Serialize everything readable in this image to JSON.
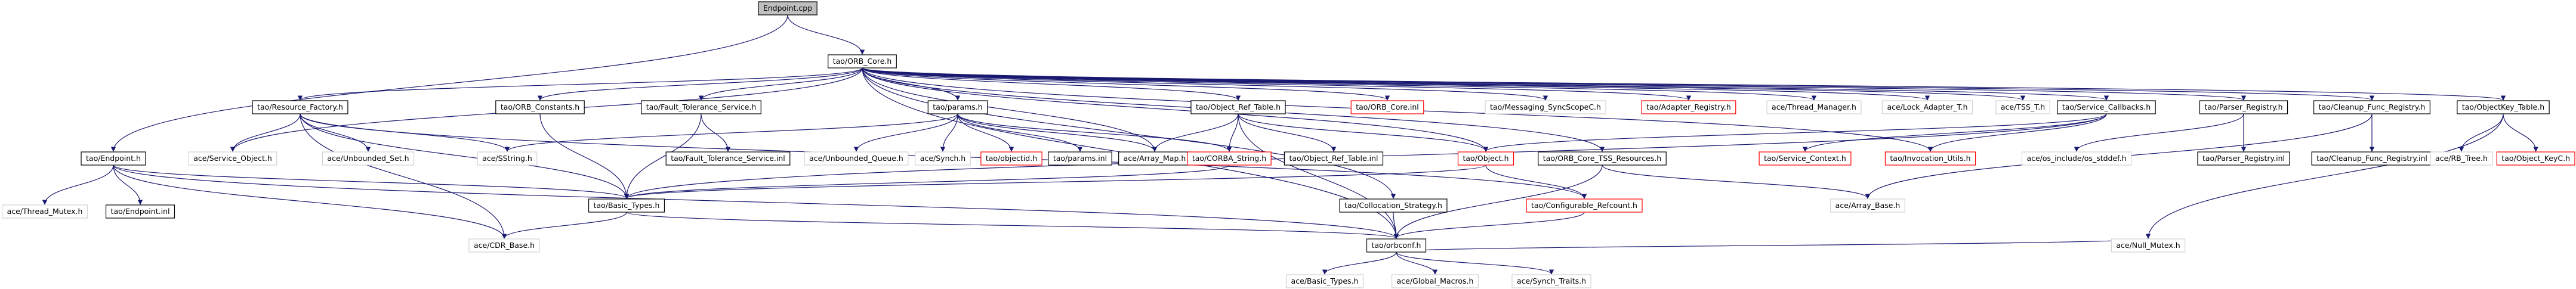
{
  "colors": {
    "edge": "#191970",
    "box_border_normal": "#000000",
    "box_border_missing": "#d3d3d3",
    "box_border_undocumented": "#ff0000",
    "root_fill": "#bfbfbf",
    "box_fill": "#ffffff",
    "text": "#000000"
  },
  "nodes": [
    {
      "id": "endpoint_cpp",
      "label": "Endpoint.cpp",
      "style": "root"
    },
    {
      "id": "orb_core_h",
      "label": "tao/ORB_Core.h",
      "style": "normal"
    },
    {
      "id": "resource_factory_h",
      "label": "tao/Resource_Factory.h",
      "style": "normal"
    },
    {
      "id": "orb_constants_h",
      "label": "tao/ORB_Constants.h",
      "style": "normal"
    },
    {
      "id": "fault_tolerance_h",
      "label": "tao/Fault_Tolerance_Service.h",
      "style": "normal"
    },
    {
      "id": "params_h",
      "label": "tao/params.h",
      "style": "normal"
    },
    {
      "id": "object_ref_table_h",
      "label": "tao/Object_Ref_Table.h",
      "style": "normal"
    },
    {
      "id": "orb_core_i",
      "label": "tao/ORB_Core.inl",
      "style": "undocumented"
    },
    {
      "id": "messaging_h",
      "label": "tao/Messaging_SyncScopeC.h",
      "style": "missing"
    },
    {
      "id": "adapter_registry_h",
      "label": "tao/Adapter_Registry.h",
      "style": "undocumented"
    },
    {
      "id": "thread_manager_h",
      "label": "ace/Thread_Manager.h",
      "style": "missing"
    },
    {
      "id": "lock_adapter_h",
      "label": "ace/Lock_Adapter_T.h",
      "style": "missing"
    },
    {
      "id": "tss_t_h",
      "label": "ace/TSS_T.h",
      "style": "missing"
    },
    {
      "id": "service_callbacks_h",
      "label": "tao/Service_Callbacks.h",
      "style": "normal"
    },
    {
      "id": "parser_registry_h",
      "label": "tao/Parser_Registry.h",
      "style": "normal"
    },
    {
      "id": "cleanup_registry_h",
      "label": "tao/Cleanup_Func_Registry.h",
      "style": "normal"
    },
    {
      "id": "objectkey_table_h",
      "label": "tao/ObjectKey_Table.h",
      "style": "normal"
    },
    {
      "id": "tao_endpoint_h",
      "label": "tao/Endpoint.h",
      "style": "normal"
    },
    {
      "id": "service_object_h",
      "label": "ace/Service_Object.h",
      "style": "missing"
    },
    {
      "id": "unbounded_set_h",
      "label": "ace/Unbounded_Set.h",
      "style": "missing"
    },
    {
      "id": "sstring_h",
      "label": "ace/SString.h",
      "style": "missing"
    },
    {
      "id": "fault_tolerance_i",
      "label": "tao/Fault_Tolerance_Service.inl",
      "style": "normal"
    },
    {
      "id": "unbounded_queue_h",
      "label": "ace/Unbounded_Queue.h",
      "style": "missing"
    },
    {
      "id": "synch_h",
      "label": "ace/Synch.h",
      "style": "missing"
    },
    {
      "id": "objectid_h",
      "label": "tao/objectid.h",
      "style": "undocumented"
    },
    {
      "id": "params_i",
      "label": "tao/params.inl",
      "style": "normal"
    },
    {
      "id": "array_map_h",
      "label": "ace/Array_Map.h",
      "style": "normal"
    },
    {
      "id": "corba_string_h",
      "label": "tao/CORBA_String.h",
      "style": "undocumented"
    },
    {
      "id": "object_ref_table_i",
      "label": "tao/Object_Ref_Table.inl",
      "style": "normal"
    },
    {
      "id": "object_h",
      "label": "tao/Object.h",
      "style": "undocumented"
    },
    {
      "id": "orb_core_tss_h",
      "label": "tao/ORB_Core_TSS_Resources.h",
      "style": "normal"
    },
    {
      "id": "service_context_h",
      "label": "tao/Service_Context.h",
      "style": "undocumented"
    },
    {
      "id": "invocation_utils_h",
      "label": "tao/Invocation_Utils.h",
      "style": "undocumented"
    },
    {
      "id": "os_stddef_h",
      "label": "ace/os_include/os_stddef.h",
      "style": "missing"
    },
    {
      "id": "parser_registry_i",
      "label": "tao/Parser_Registry.inl",
      "style": "normal"
    },
    {
      "id": "cleanup_registry_i",
      "label": "tao/Cleanup_Func_Registry.inl",
      "style": "normal"
    },
    {
      "id": "rb_tree_h",
      "label": "ace/RB_Tree.h",
      "style": "missing"
    },
    {
      "id": "object_keyc_h",
      "label": "tao/Object_KeyC.h",
      "style": "undocumented"
    },
    {
      "id": "thread_mutex_h",
      "label": "ace/Thread_Mutex.h",
      "style": "missing"
    },
    {
      "id": "endpoint_i",
      "label": "tao/Endpoint.inl",
      "style": "normal"
    },
    {
      "id": "basic_types_tao_h",
      "label": "tao/Basic_Types.h",
      "style": "normal"
    },
    {
      "id": "collocation_strategy_h",
      "label": "tao/Collocation_Strategy.h",
      "style": "normal"
    },
    {
      "id": "configurable_refcount_h",
      "label": "tao/Configurable_Refcount.h",
      "style": "undocumented"
    },
    {
      "id": "array_base_h",
      "label": "ace/Array_Base.h",
      "style": "missing"
    },
    {
      "id": "cdr_base_h",
      "label": "ace/CDR_Base.h",
      "style": "missing"
    },
    {
      "id": "orbconf_h",
      "label": "tao/orbconf.h",
      "style": "normal"
    },
    {
      "id": "null_mutex_h",
      "label": "ace/Null_Mutex.h",
      "style": "missing"
    },
    {
      "id": "basic_types_ace_h",
      "label": "ace/Basic_Types.h",
      "style": "missing"
    },
    {
      "id": "global_macros_h",
      "label": "ace/Global_Macros.h",
      "style": "missing"
    },
    {
      "id": "synch_traits_h",
      "label": "ace/Synch_Traits.h",
      "style": "missing"
    }
  ],
  "edges": [
    [
      "endpoint_cpp",
      "orb_core_h"
    ],
    [
      "endpoint_cpp",
      "tao_endpoint_h"
    ],
    [
      "orb_core_h",
      "resource_factory_h"
    ],
    [
      "orb_core_h",
      "orb_constants_h"
    ],
    [
      "orb_core_h",
      "fault_tolerance_h"
    ],
    [
      "orb_core_h",
      "params_h"
    ],
    [
      "orb_core_h",
      "object_ref_table_h"
    ],
    [
      "orb_core_h",
      "orb_core_i"
    ],
    [
      "orb_core_h",
      "messaging_h"
    ],
    [
      "orb_core_h",
      "adapter_registry_h"
    ],
    [
      "orb_core_h",
      "thread_manager_h"
    ],
    [
      "orb_core_h",
      "lock_adapter_h"
    ],
    [
      "orb_core_h",
      "tss_t_h"
    ],
    [
      "orb_core_h",
      "service_callbacks_h"
    ],
    [
      "orb_core_h",
      "parser_registry_h"
    ],
    [
      "orb_core_h",
      "cleanup_registry_h"
    ],
    [
      "orb_core_h",
      "objectkey_table_h"
    ],
    [
      "orb_core_h",
      "service_object_h"
    ],
    [
      "orb_core_h",
      "array_map_h"
    ],
    [
      "orb_core_h",
      "object_h"
    ],
    [
      "orb_core_h",
      "orb_core_tss_h"
    ],
    [
      "orb_core_h",
      "invocation_utils_h"
    ],
    [
      "orb_core_h",
      "collocation_strategy_h"
    ],
    [
      "orb_core_h",
      "orbconf_h"
    ],
    [
      "resource_factory_h",
      "service_object_h"
    ],
    [
      "resource_factory_h",
      "unbounded_set_h"
    ],
    [
      "resource_factory_h",
      "sstring_h"
    ],
    [
      "resource_factory_h",
      "basic_types_tao_h"
    ],
    [
      "resource_factory_h",
      "configurable_refcount_h"
    ],
    [
      "resource_factory_h",
      "cdr_base_h"
    ],
    [
      "orb_constants_h",
      "basic_types_tao_h"
    ],
    [
      "fault_tolerance_h",
      "fault_tolerance_i"
    ],
    [
      "fault_tolerance_h",
      "basic_types_tao_h"
    ],
    [
      "params_h",
      "sstring_h"
    ],
    [
      "params_h",
      "unbounded_queue_h"
    ],
    [
      "params_h",
      "synch_h"
    ],
    [
      "params_h",
      "objectid_h"
    ],
    [
      "params_h",
      "params_i"
    ],
    [
      "params_h",
      "array_map_h"
    ],
    [
      "params_h",
      "corba_string_h"
    ],
    [
      "object_ref_table_h",
      "array_map_h"
    ],
    [
      "object_ref_table_h",
      "corba_string_h"
    ],
    [
      "object_ref_table_h",
      "object_ref_table_i"
    ],
    [
      "object_ref_table_h",
      "object_h"
    ],
    [
      "object_ref_table_h",
      "orbconf_h"
    ],
    [
      "service_callbacks_h",
      "object_h"
    ],
    [
      "service_callbacks_h",
      "service_context_h"
    ],
    [
      "service_callbacks_h",
      "invocation_utils_h"
    ],
    [
      "service_callbacks_h",
      "basic_types_tao_h"
    ],
    [
      "parser_registry_h",
      "os_stddef_h"
    ],
    [
      "parser_registry_h",
      "parser_registry_i"
    ],
    [
      "cleanup_registry_h",
      "cleanup_registry_i"
    ],
    [
      "cleanup_registry_h",
      "array_base_h"
    ],
    [
      "objectkey_table_h",
      "rb_tree_h"
    ],
    [
      "objectkey_table_h",
      "object_keyc_h"
    ],
    [
      "objectkey_table_h",
      "null_mutex_h"
    ],
    [
      "tao_endpoint_h",
      "thread_mutex_h"
    ],
    [
      "tao_endpoint_h",
      "endpoint_i"
    ],
    [
      "tao_endpoint_h",
      "basic_types_tao_h"
    ],
    [
      "tao_endpoint_h",
      "cdr_base_h"
    ],
    [
      "tao_endpoint_h",
      "orbconf_h"
    ],
    [
      "corba_string_h",
      "basic_types_tao_h"
    ],
    [
      "object_h",
      "configurable_refcount_h"
    ],
    [
      "object_h",
      "basic_types_tao_h"
    ],
    [
      "orb_core_tss_h",
      "array_base_h"
    ],
    [
      "orb_core_tss_h",
      "orbconf_h"
    ],
    [
      "basic_types_tao_h",
      "cdr_base_h"
    ],
    [
      "basic_types_tao_h",
      "orbconf_h"
    ],
    [
      "collocation_strategy_h",
      "orbconf_h"
    ],
    [
      "configurable_refcount_h",
      "orbconf_h"
    ],
    [
      "orbconf_h",
      "null_mutex_h"
    ],
    [
      "orbconf_h",
      "basic_types_ace_h"
    ],
    [
      "orbconf_h",
      "global_macros_h"
    ],
    [
      "orbconf_h",
      "synch_traits_h"
    ]
  ]
}
